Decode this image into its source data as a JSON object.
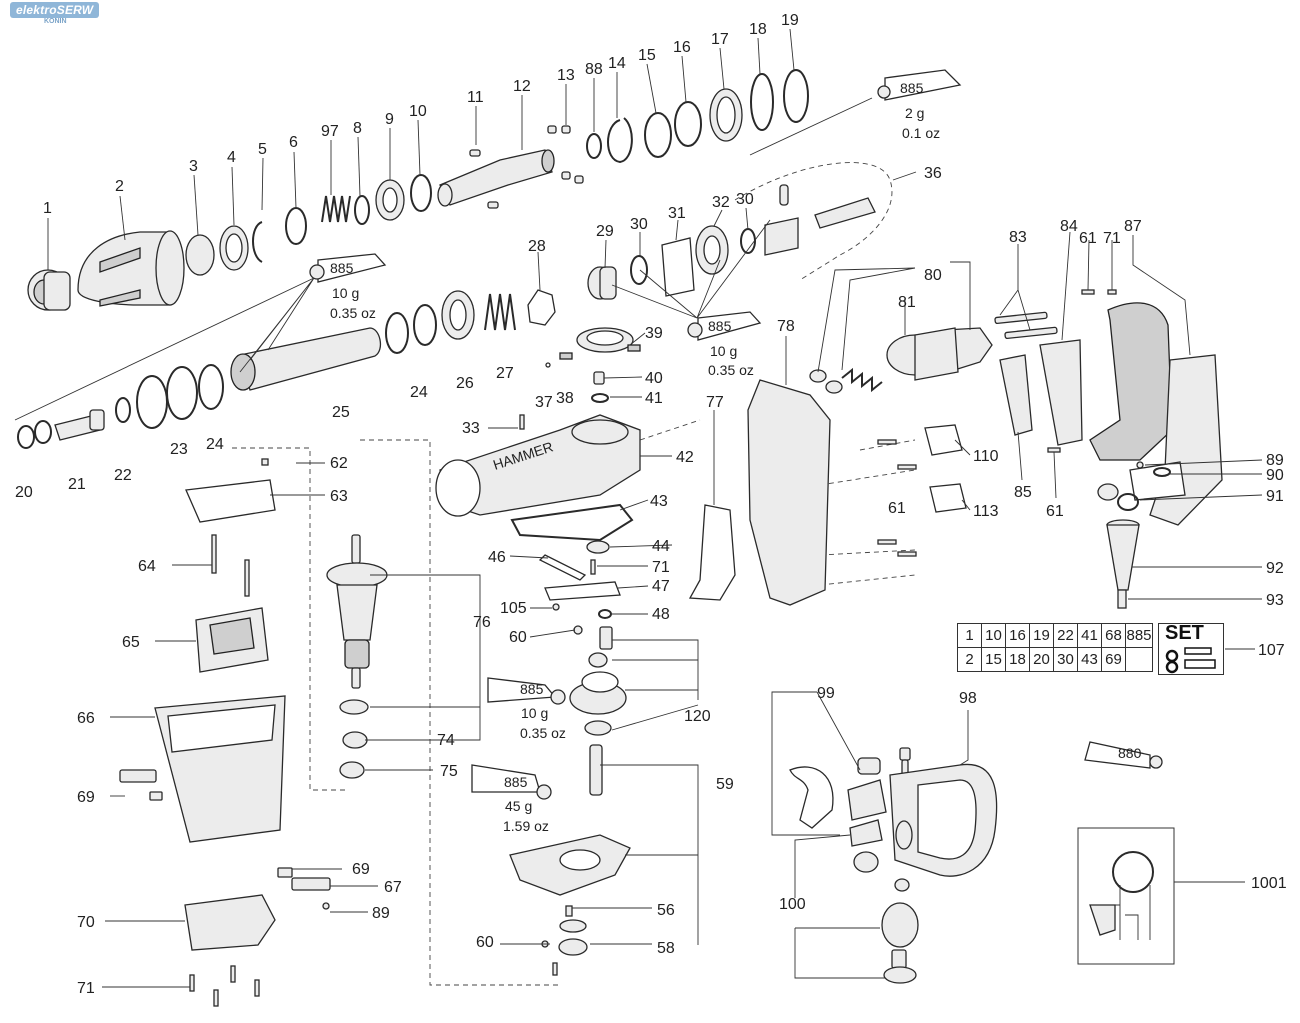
{
  "watermark": {
    "brand": "elektroSERW",
    "city": "KONIN"
  },
  "part_numbers": [
    "1",
    "2",
    "3",
    "4",
    "5",
    "6",
    "97",
    "8",
    "9",
    "10",
    "11",
    "12",
    "13",
    "88",
    "14",
    "15",
    "16",
    "17",
    "18",
    "19",
    "20",
    "21",
    "22",
    "23",
    "24",
    "25",
    "26",
    "27",
    "28",
    "29",
    "30",
    "31",
    "32",
    "36",
    "33",
    "37",
    "38",
    "39",
    "40",
    "41",
    "42",
    "43",
    "44",
    "46",
    "47",
    "48",
    "105",
    "60",
    "71",
    "62",
    "63",
    "64",
    "65",
    "66",
    "69",
    "67",
    "70",
    "89",
    "76",
    "74",
    "75",
    "77",
    "78",
    "80",
    "81",
    "83",
    "84",
    "85",
    "87",
    "61",
    "90",
    "91",
    "92",
    "93",
    "110",
    "113",
    "107",
    "120",
    "59",
    "56",
    "58",
    "99",
    "98",
    "100",
    "880",
    "1001"
  ],
  "grease_tubes": {
    "top": {
      "code": "885",
      "weight": "2 g",
      "ounces": "0.1 oz"
    },
    "left": {
      "code": "885",
      "weight": "10 g",
      "ounces": "0.35 oz"
    },
    "mid": {
      "code": "885",
      "weight": "10 g",
      "ounces": "0.35 oz"
    },
    "lower": {
      "code": "885",
      "weight": "10 g",
      "ounces": "0.35 oz"
    },
    "bottom": {
      "code": "885",
      "weight": "45 g",
      "ounces": "1.59 oz"
    },
    "right": {
      "code": "880"
    }
  },
  "barrel_text": "HAMMER",
  "set_table": {
    "row1": [
      "1",
      "10",
      "16",
      "19",
      "22",
      "41",
      "68",
      "885"
    ],
    "row2": [
      "2",
      "15",
      "18",
      "20",
      "30",
      "43",
      "69",
      ""
    ],
    "title": "SET"
  }
}
